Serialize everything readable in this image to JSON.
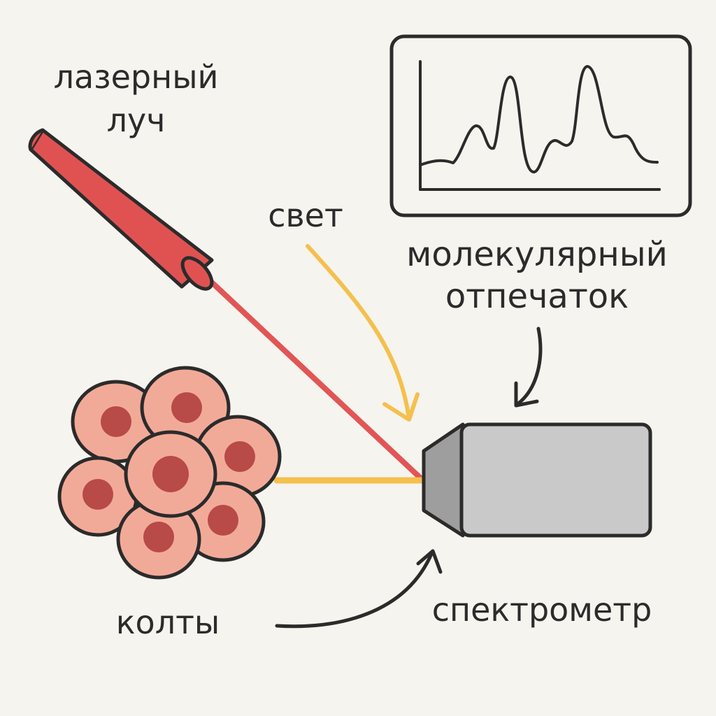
{
  "labels": {
    "laser_line1": "лазерный",
    "laser_line2": "луч",
    "light": "свет",
    "fingerprint_line1": "молекулярный",
    "fingerprint_line2": "отпечаток",
    "cells": "колты",
    "spectrometer": "спектрометр"
  },
  "colors": {
    "background": "#f6f4ef",
    "outline": "#2b2b2b",
    "laser_body": "#e05252",
    "laser_beam": "#e25555",
    "light_ray": "#f4c04e",
    "cell_fill": "#f2aa98",
    "cell_nucleus": "#b84a48",
    "spectrometer_body": "#c9c9c9",
    "spectrometer_nose": "#9e9e9e"
  },
  "icons": [
    "laser-pointer",
    "cell-cluster",
    "spectrometer",
    "spectrum-graph",
    "arrow"
  ]
}
